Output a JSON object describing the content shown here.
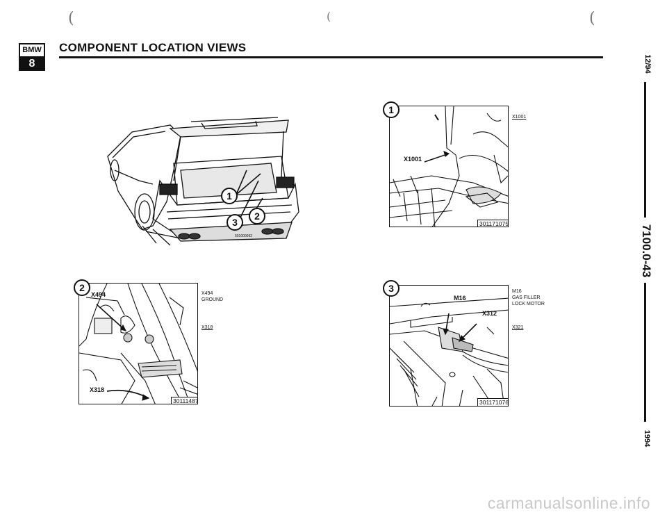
{
  "header": {
    "logo_top": "BMW",
    "logo_bottom": "8",
    "title": "COMPONENT LOCATION VIEWS"
  },
  "margin": {
    "date": "12/94",
    "page_ref": "7100.0-43",
    "year": "1994"
  },
  "car_view": {
    "callouts": [
      "1",
      "3",
      "2"
    ],
    "image_code": "501000092"
  },
  "panel1": {
    "number": "1",
    "callout": "X1001",
    "ref": "301171075",
    "legend": [
      {
        "text": "X1001",
        "underline": true
      }
    ]
  },
  "panel2": {
    "number": "2",
    "callouts": [
      "X494",
      "X318"
    ],
    "ref": "30111487",
    "legend": [
      {
        "text": "X494",
        "underline": false
      },
      {
        "text": "GROUND",
        "underline": false
      },
      {
        "text": "X318",
        "underline": true
      }
    ]
  },
  "panel3": {
    "number": "3",
    "callouts": [
      "M16",
      "X312"
    ],
    "ref": "301171076",
    "legend": [
      {
        "text": "M16",
        "underline": false
      },
      {
        "text": "GAS FILLER",
        "underline": false
      },
      {
        "text": "LOCK MOTOR",
        "underline": false
      },
      {
        "text": "X321",
        "underline": true
      }
    ]
  },
  "watermark": "carmanualsonline.info"
}
